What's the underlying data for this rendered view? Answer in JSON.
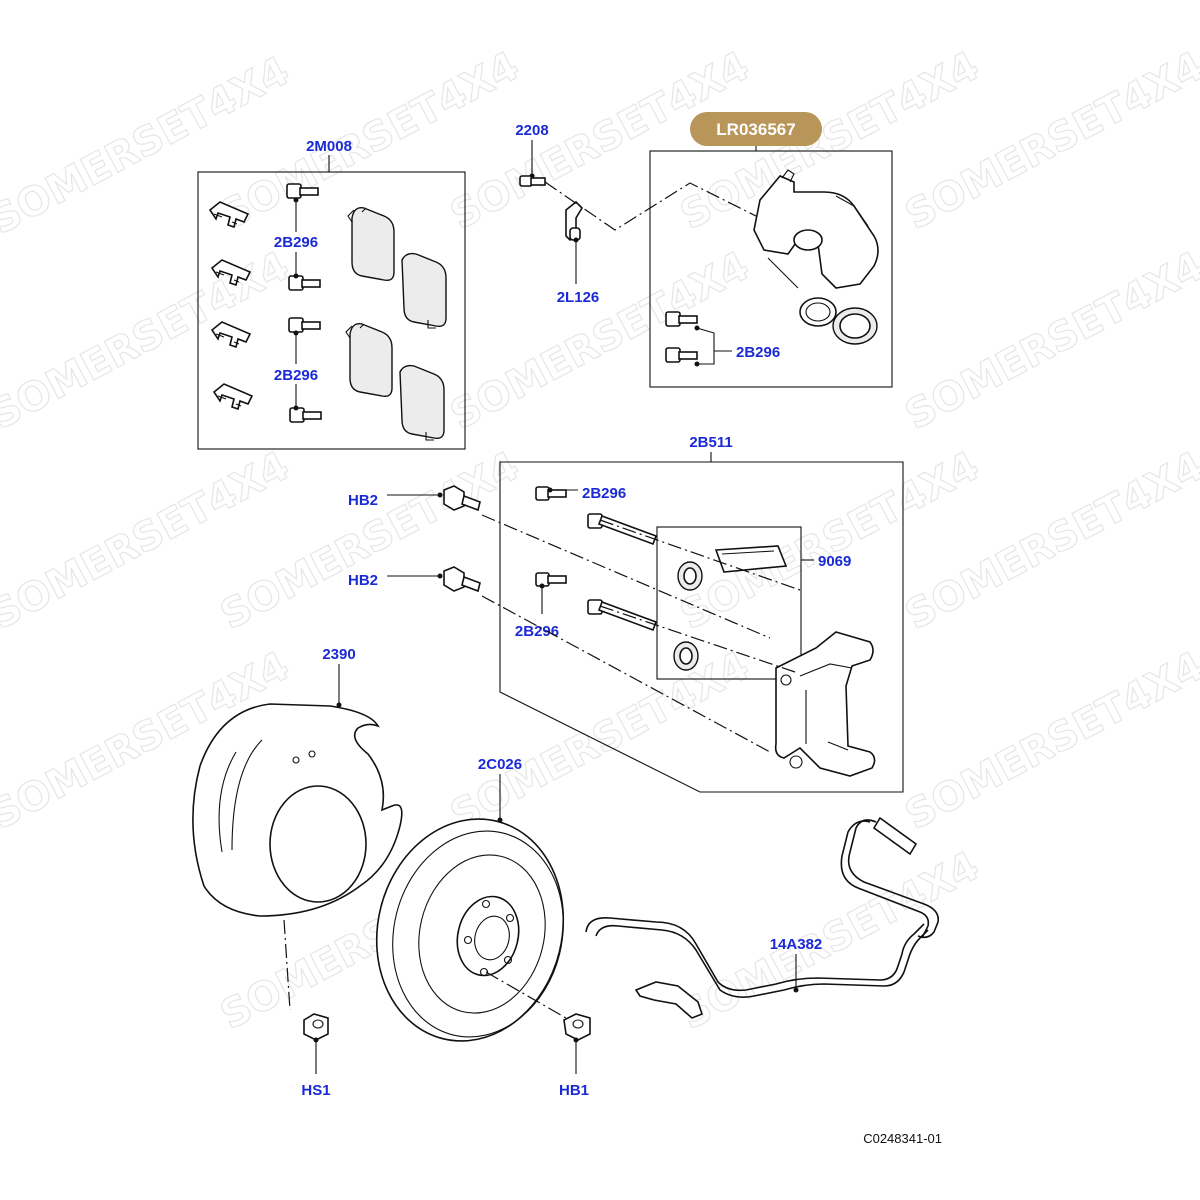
{
  "watermark": "SOMERSET4X4",
  "drawing_code": "C0248341-01",
  "highlight": {
    "label": "LR036567",
    "color": "#b8965a"
  },
  "label_color": "#1a2bd6",
  "callouts": {
    "pad_kit": "2M008",
    "bleed_screw": "2208",
    "bleed_cap": "2L126",
    "bolt_a": "2B296",
    "bolt_b": "2B296",
    "bolt_c": "2B296",
    "bolt_d": "2B296",
    "bolt_e": "2B296",
    "carrier_kit": "2B511",
    "hub_bolt_1": "HB2",
    "hub_bolt_2": "HB2",
    "grease": "9069",
    "shield": "2390",
    "disc": "2C026",
    "sensor": "14A382",
    "shield_screw": "HS1",
    "disc_screw": "HB1"
  }
}
